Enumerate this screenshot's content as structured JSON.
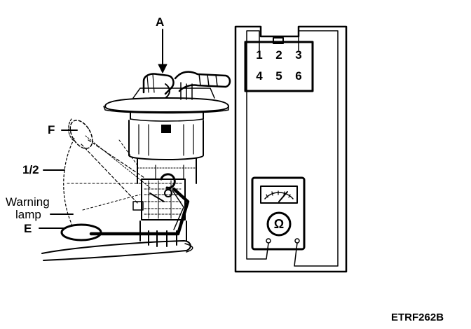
{
  "labels": {
    "a": "A",
    "f": "F",
    "half": "1/2",
    "warning_line1": "Warning",
    "warning_line2": "lamp",
    "e": "E",
    "figure_code": "ETRF262B"
  },
  "connector": {
    "pins": [
      "1",
      "2",
      "3",
      "4",
      "5",
      "6"
    ]
  },
  "meter": {
    "symbol": "Ω"
  }
}
